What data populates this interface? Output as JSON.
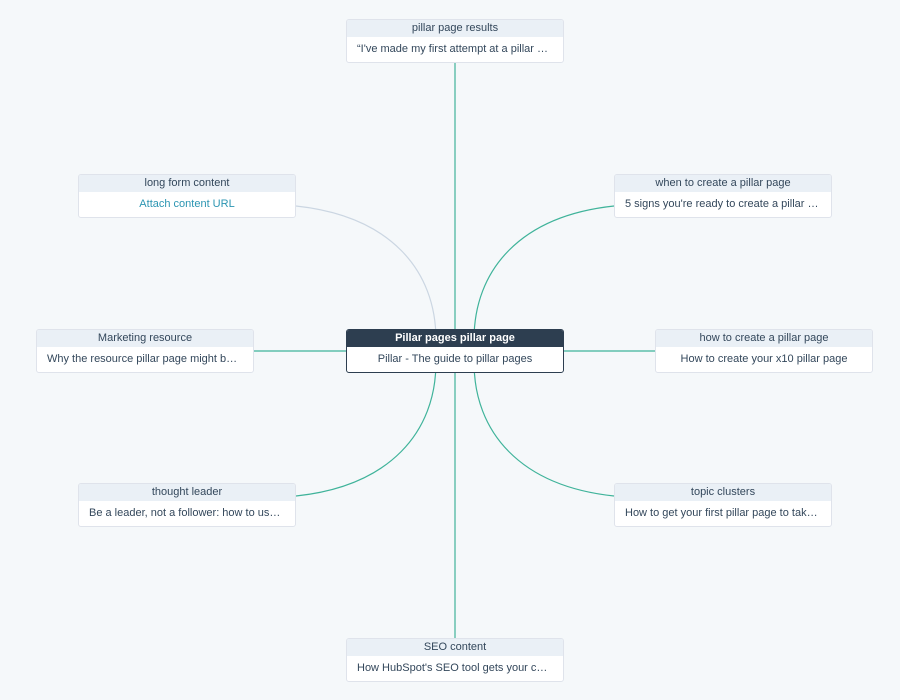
{
  "center": {
    "title": "Pillar pages pillar page",
    "body": "Pillar - The guide to pillar pages"
  },
  "nodes": {
    "top": {
      "title": "pillar page results",
      "body": "“I've made my first attempt at a pillar pa…"
    },
    "upper_left": {
      "title": "long form content",
      "body": "Attach content URL"
    },
    "upper_right": {
      "title": "when to create a pillar page",
      "body": "5 signs you're ready to create a pillar pa…"
    },
    "mid_left": {
      "title": "Marketing resource",
      "body": "Why the resource pillar page might be …"
    },
    "mid_right": {
      "title": "how to create a pillar page",
      "body": "How to create your x10 pillar page"
    },
    "lower_left": {
      "title": "thought leader",
      "body": "Be a leader, not a follower: how to use …"
    },
    "lower_right": {
      "title": "topic clusters",
      "body": "How to get your first pillar page to take …"
    },
    "bottom": {
      "title": "SEO content",
      "body": "How HubSpot's SEO tool gets your con…"
    }
  },
  "colors": {
    "background": "#f5f8fa",
    "connector_active": "#3fb39a",
    "connector_inactive": "#cbd6e2",
    "center_header": "#2d3e50",
    "node_header": "#eaf0f6",
    "link_text": "#2b95b2"
  }
}
